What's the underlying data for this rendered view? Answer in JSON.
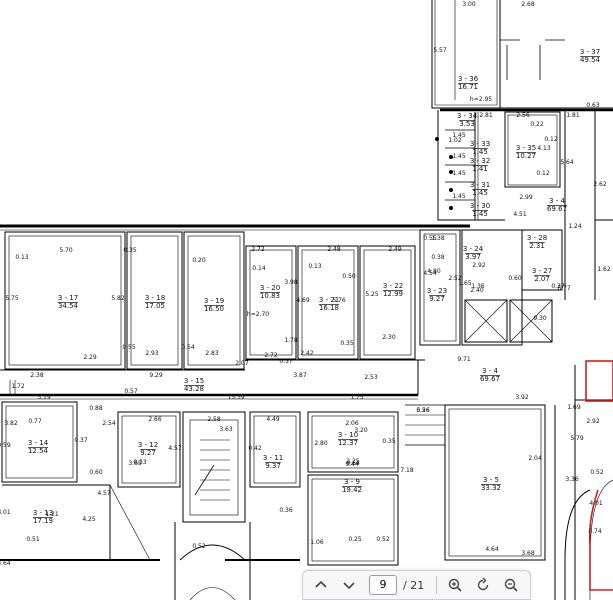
{
  "viewer": {
    "current_page": "9",
    "total_pages": "/ 21",
    "icons": {
      "prev": "chevron-up-icon",
      "next": "chevron-down-icon",
      "zoom_in": "zoom-in-icon",
      "rotate": "rotate-icon",
      "zoom_out": "zoom-out-icon"
    }
  },
  "plan": {
    "rooms": [
      {
        "id": "3-17",
        "area": "34.54"
      },
      {
        "id": "3-18",
        "area": "17.05"
      },
      {
        "id": "3-19",
        "area": "16.50"
      },
      {
        "id": "3-20",
        "area": "10.83"
      },
      {
        "id": "3-21",
        "area": "16.18"
      },
      {
        "id": "3-22",
        "area": "12.99"
      },
      {
        "id": "3-23",
        "area": "9.27"
      },
      {
        "id": "3-24",
        "area": "3.97"
      },
      {
        "id": "3-15",
        "area": "43.28"
      },
      {
        "id": "3-4",
        "area": "69.67"
      },
      {
        "id": "3-14",
        "area": "12.54"
      },
      {
        "id": "3-12",
        "area": "9.27"
      },
      {
        "id": "3-11",
        "area": "9.37"
      },
      {
        "id": "3-10",
        "area": "12.37"
      },
      {
        "id": "3-9",
        "area": "19.42"
      },
      {
        "id": "3-5",
        "area": "33.32"
      },
      {
        "id": "3-13",
        "area": "17.19"
      },
      {
        "id": "3-36",
        "area": "16.71"
      },
      {
        "id": "3-37",
        "area": "49.54"
      },
      {
        "id": "3-35",
        "area": "10.27"
      },
      {
        "id": "3-4b",
        "area": "69.67"
      },
      {
        "id": "3-28",
        "area": "2.31"
      },
      {
        "id": "3-27",
        "area": "2.07"
      },
      {
        "id": "3-34",
        "area": "3.53"
      },
      {
        "id": "3-33",
        "area": "1.45"
      },
      {
        "id": "3-32",
        "area": "1.41"
      },
      {
        "id": "3-31",
        "area": "1.45"
      },
      {
        "id": "3-30",
        "area": "1.45"
      }
    ],
    "dimensions": [
      "3.00",
      "2.68",
      "5.57",
      "2.81",
      "0.63",
      "2.56",
      "1.81",
      "0.22",
      "4.13",
      "5.64",
      "2.62",
      "2.99",
      "4.51",
      "1.24",
      "0.55",
      "1.38",
      "0.38",
      "4.54",
      "4.80",
      "1.36",
      "1.65",
      "2.52",
      "2.40",
      "2.92",
      "0.60",
      "0.37",
      "1.02",
      "1.45",
      "1.45",
      "1.45",
      "1.45",
      "5.70",
      "0.13",
      "0.35",
      "5.75",
      "5.82",
      "0.20",
      "2.72",
      "2.48",
      "2.49",
      "0.14",
      "0.13",
      "0.50",
      "3.98",
      "4.69",
      "5.76",
      "5.25",
      "2.72",
      "1.78",
      "0.57",
      "0.55",
      "2.29",
      "2.93",
      "0.54",
      "2.83",
      "2.07",
      "2.42",
      "0.35",
      "2.30",
      "2.38",
      "9.29",
      "3.87",
      "9.71",
      "6.77",
      "1.72",
      "3.19",
      "0.88",
      "0.57",
      "13.39",
      "1.75",
      "2.53",
      "5.26",
      "3.92",
      "0.77",
      "2.54",
      "2.66",
      "2.58",
      "4.49",
      "2.06",
      "0.56",
      "3.82",
      "0.37",
      "3.63",
      "0.42",
      "2.80",
      "0.35",
      "3.20",
      "0.59",
      "3.65",
      "4.57",
      "9.44",
      "7.18",
      "2.04",
      "0.60",
      "0.33",
      "0.64",
      "1.69",
      "2.92",
      "5.79",
      "1.21",
      "4.57",
      "2.25",
      "3.36",
      "3.01",
      "4.25",
      "0.36",
      "0.25",
      "0.52",
      "1.06",
      "0.52",
      "3.68",
      "0.51",
      "0.52",
      "4.64",
      "4.64",
      "2.86",
      "0.74",
      "4.01",
      "0.12",
      "0.12",
      "9.30",
      "h=2.95",
      "h=2.70",
      "1.62"
    ]
  }
}
